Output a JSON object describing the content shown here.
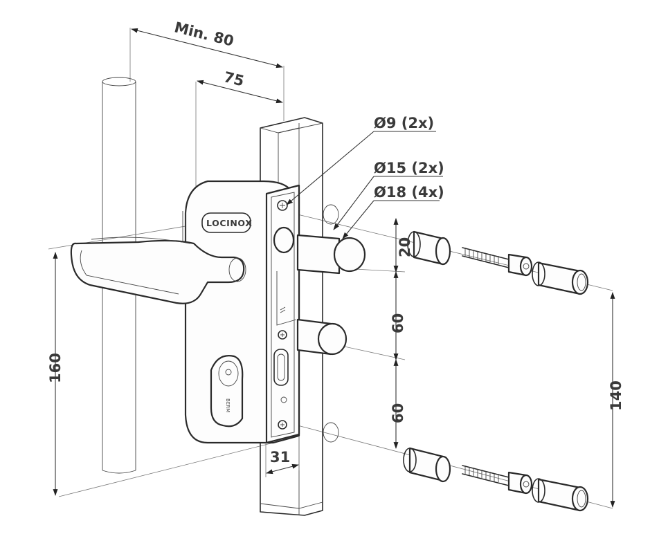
{
  "drawing": {
    "brand": "LOCINOX",
    "dimensions": {
      "min_80": "Min. 80",
      "d_75": "75",
      "d_20": "20",
      "d_60a": "60",
      "d_60b": "60",
      "d_140": "140",
      "d_160": "160",
      "d_31": "31"
    },
    "holes": {
      "h9": "Ø9 (2x)",
      "h15": "Ø15 (2x)",
      "h18": "Ø18 (4x)"
    },
    "cylinder_mark": "BERM"
  }
}
